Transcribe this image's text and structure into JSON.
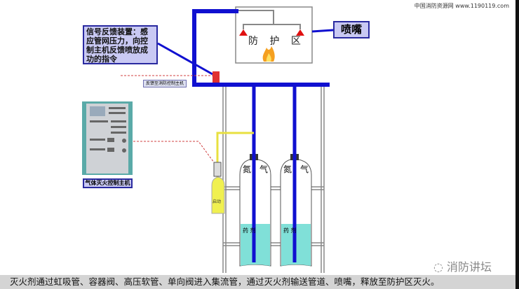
{
  "source_label": "中国消防资源网 www.1190119.com",
  "signal_device_note": "信号反馈装置：感应管网压力，向控制主机反馈喷放成功的指令",
  "nozzle_label": "喷嘴",
  "protection_zone_label": "防 护 区",
  "feedback_label": "反馈至消防控制主机",
  "controller_label": "气体灭火控制主机",
  "cylinder_gas_label": "氮　气",
  "cylinder_liquid_label": "药 剂",
  "pilot_cylinder_label": "启动",
  "watermark": "消防讲坛",
  "caption": "灭火剂通过虹吸管、容器阀、高压软管、单向阀进入集流管，通过灭火剂输送管道、喷嘴，释放至防护区灭火。",
  "colors": {
    "pipe": "#1010d0",
    "nozzle": "#e01010",
    "liquid": "#80e0d8",
    "pilot": "#f0f050",
    "note_bg": "#c9c9f3"
  }
}
